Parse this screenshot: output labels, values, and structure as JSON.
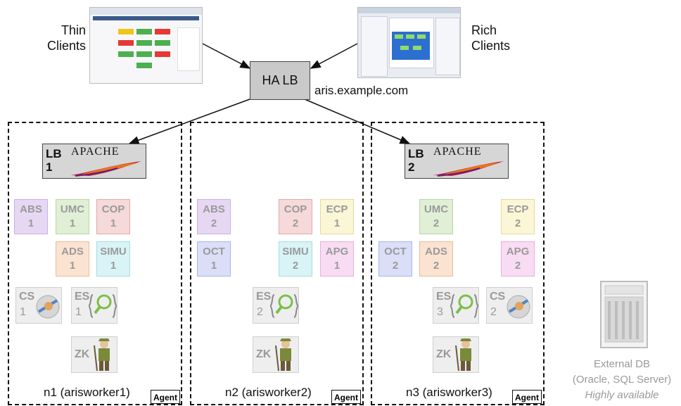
{
  "clients": {
    "thin_line1": "Thin",
    "thin_line2": "Clients",
    "rich_line1": "Rich",
    "rich_line2": "Clients"
  },
  "ha_lb": {
    "label": "HA LB",
    "hostname": "aris.example.com"
  },
  "load_balancers": [
    {
      "line1": "LB",
      "line2": "1",
      "logo_text": "APACHE"
    },
    {
      "line1": "LB",
      "line2": "2",
      "logo_text": "APACHE"
    }
  ],
  "nodes": [
    {
      "label": "n1 (arisworker1)",
      "agent": "Agent"
    },
    {
      "label": "n2 (arisworker2)",
      "agent": "Agent"
    },
    {
      "label": "n3 (arisworker3)",
      "agent": "Agent"
    }
  ],
  "services": {
    "n1": [
      {
        "name": "ABS",
        "num": "1",
        "color": "#e6d8f3"
      },
      {
        "name": "UMC",
        "num": "1",
        "color": "#e1efd6"
      },
      {
        "name": "COP",
        "num": "1",
        "color": "#f6d9d9"
      },
      {
        "name": "ADS",
        "num": "1",
        "color": "#fbe3d2"
      },
      {
        "name": "SIMU",
        "num": "1",
        "color": "#d8f4f6"
      },
      {
        "name": "CS",
        "num": "1",
        "color": "#eeeeee"
      },
      {
        "name": "ES",
        "num": "1",
        "color": "#eeeeee"
      },
      {
        "name": "ZK",
        "num": "",
        "color": "#eeeeee"
      }
    ],
    "n2": [
      {
        "name": "ABS",
        "num": "2",
        "color": "#e6d8f3"
      },
      {
        "name": "COP",
        "num": "2",
        "color": "#f6d9d9"
      },
      {
        "name": "ECP",
        "num": "1",
        "color": "#fbf6d6"
      },
      {
        "name": "OCT",
        "num": "1",
        "color": "#dadff7"
      },
      {
        "name": "SIMU",
        "num": "2",
        "color": "#d8f4f6"
      },
      {
        "name": "APG",
        "num": "1",
        "color": "#f8dcf3"
      },
      {
        "name": "ES",
        "num": "2",
        "color": "#eeeeee"
      },
      {
        "name": "ZK",
        "num": "",
        "color": "#eeeeee"
      }
    ],
    "n3": [
      {
        "name": "UMC",
        "num": "2",
        "color": "#e1efd6"
      },
      {
        "name": "ECP",
        "num": "2",
        "color": "#fbf6d6"
      },
      {
        "name": "OCT",
        "num": "2",
        "color": "#dadff7"
      },
      {
        "name": "ADS",
        "num": "2",
        "color": "#fbe3d2"
      },
      {
        "name": "APG",
        "num": "2",
        "color": "#f8dcf3"
      },
      {
        "name": "ES",
        "num": "3",
        "color": "#eeeeee"
      },
      {
        "name": "CS",
        "num": "2",
        "color": "#eeeeee"
      },
      {
        "name": "ZK",
        "num": "",
        "color": "#eeeeee"
      }
    ]
  },
  "external_db": {
    "line1": "External DB",
    "line2": "(Oracle, SQL Server)",
    "line3": "Highly available"
  }
}
